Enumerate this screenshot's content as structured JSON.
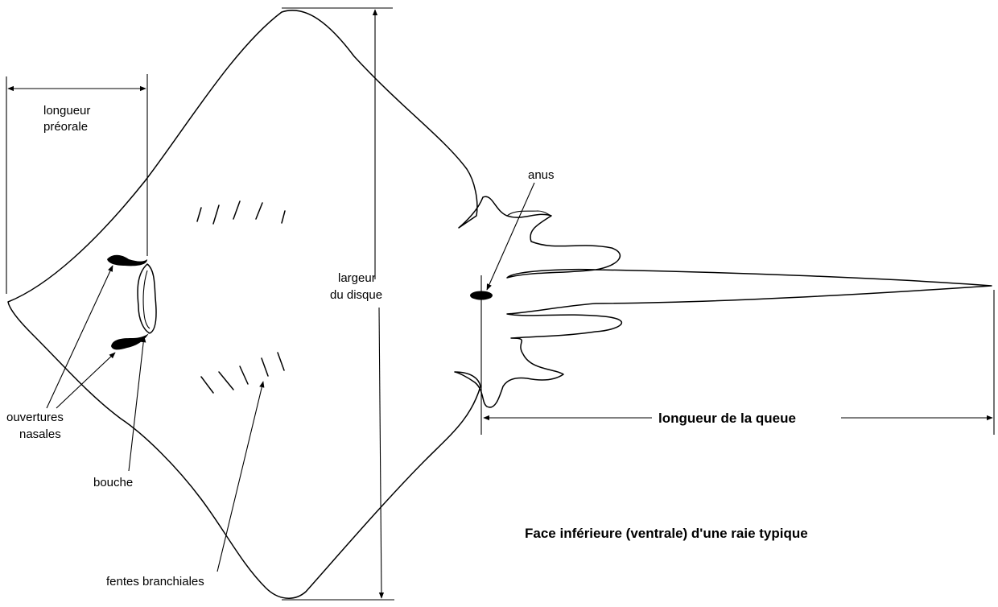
{
  "labels": {
    "preoral_length": [
      "longueur",
      "préorale"
    ],
    "disc_width": [
      "largeur",
      "du disque"
    ],
    "anus": "anus",
    "nasal_openings": [
      "ouvertures",
      "nasales"
    ],
    "mouth": "bouche",
    "gill_slits": "fentes branchiales",
    "tail_length": "longueur de la queue"
  },
  "caption": "Face inférieure (ventrale) d'une raie typique"
}
